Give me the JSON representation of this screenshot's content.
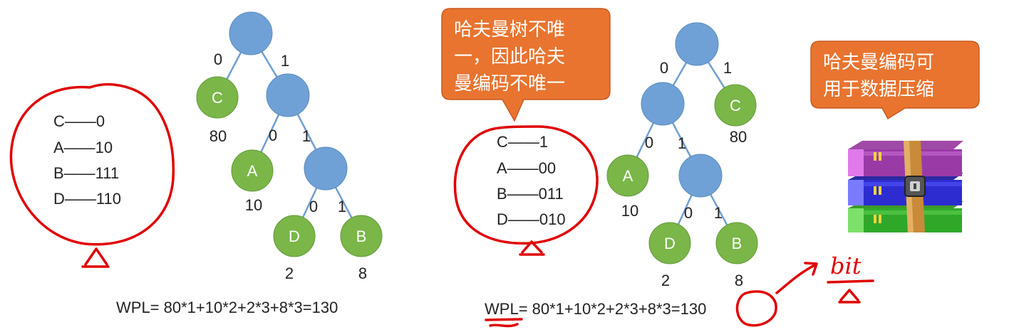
{
  "left_tree": {
    "root_edge_labels": [
      "0",
      "1"
    ],
    "leaf_c": "C",
    "weight_c": "80",
    "level2_edge_labels": [
      "0",
      "1"
    ],
    "leaf_a": "A",
    "weight_a": "10",
    "level3_edge_labels": [
      "0",
      "1"
    ],
    "leaf_d": "D",
    "weight_d": "2",
    "leaf_b": "B",
    "weight_b": "8",
    "codes": [
      "C——0",
      "A——10",
      "B——111",
      "D——110"
    ],
    "wpl": "WPL= 80*1+10*2+2*3+8*3=130"
  },
  "right_tree": {
    "root_edge_labels": [
      "0",
      "1"
    ],
    "leaf_c": "C",
    "weight_c": "80",
    "level2_edge_labels": [
      "0",
      "1"
    ],
    "leaf_a": "A",
    "weight_a": "10",
    "level3_edge_labels": [
      "0",
      "1"
    ],
    "leaf_d": "D",
    "weight_d": "2",
    "leaf_b": "B",
    "weight_b": "8",
    "codes": [
      "C——1",
      "A——00",
      "B——011",
      "D——010"
    ],
    "wpl_prefix": "WPL",
    "wpl_middle": "= 80*1+10*2+2*3+8*3=",
    "wpl_result": "130"
  },
  "callout_1": [
    "哈夫曼树不唯",
    "一，因此哈夫",
    "曼编码不唯一"
  ],
  "callout_2": [
    "哈夫曼编码可",
    "用于数据压缩"
  ],
  "annotation": {
    "unit": "bit"
  },
  "icons": [
    "winrar-archive-icon"
  ],
  "colors": {
    "internal_node": "#6fa1d6",
    "leaf_node": "#7ab648",
    "callout": "#e8742f",
    "ink": "#e00000"
  }
}
